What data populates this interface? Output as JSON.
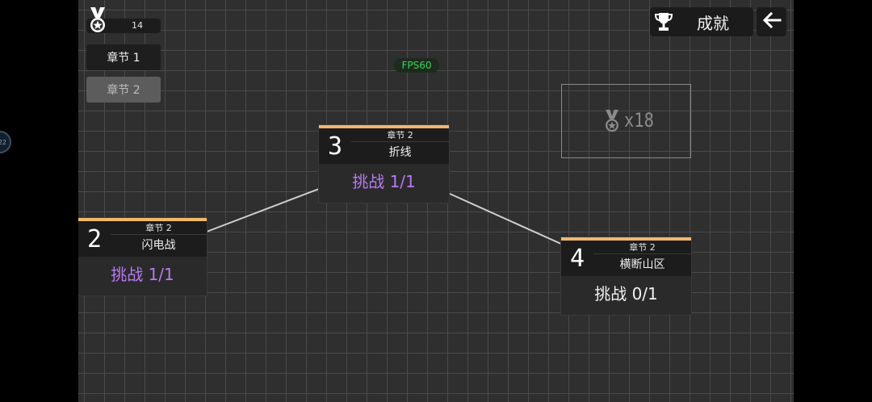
{
  "hud": {
    "medal_count": "14",
    "side_indicator": "22",
    "fps": "FPS60"
  },
  "chapters": [
    {
      "label": "章节 1",
      "state": "active"
    },
    {
      "label": "章节 2",
      "state": "inactive"
    }
  ],
  "header": {
    "achievements_label": "成就",
    "icons": {
      "achievements": "trophy-icon",
      "back": "arrow-left-icon",
      "medal": "medal-icon"
    }
  },
  "reward": {
    "multiplier": "x18"
  },
  "levels": [
    {
      "number": "2",
      "chapter": "章节 2",
      "name": "闪电战",
      "status": "挑战 1/1",
      "complete": true
    },
    {
      "number": "3",
      "chapter": "章节 2",
      "name": "折线",
      "status": "挑战 1/1",
      "complete": true
    },
    {
      "number": "4",
      "chapter": "章节 2",
      "name": "横断山区",
      "status": "挑战 0/1",
      "complete": false
    }
  ],
  "colors": {
    "card_accent": "#f0b86a",
    "completed_text": "#b77af0",
    "fps_text": "#38d65a",
    "grid_bg": "#2f2f2f"
  }
}
